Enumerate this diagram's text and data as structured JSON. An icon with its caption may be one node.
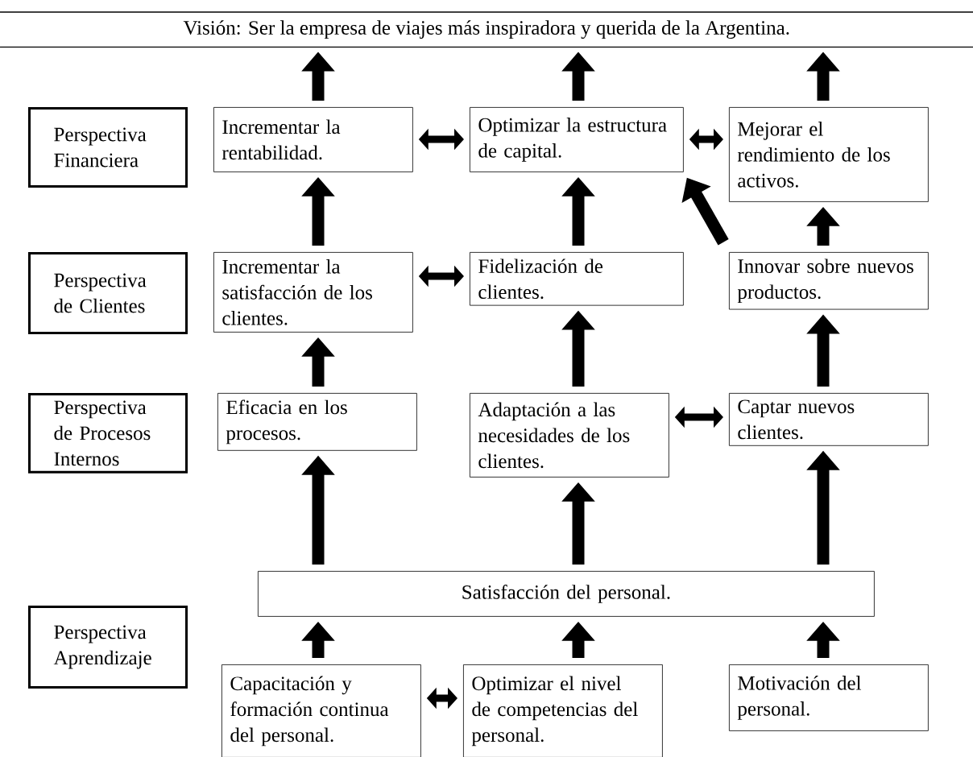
{
  "diagram": {
    "nodes": [
      {
        "text": [
          "Visión: Ser la empresa de viajes más inspiradora y querida de la Argentina."
        ]
      },
      {
        "text": [
          "Perspectiva Financiera"
        ]
      },
      {
        "text": [
          "Incrementar la rentabilidad."
        ]
      },
      {
        "text": [
          "Optimizar la estructura de capital."
        ]
      },
      {
        "text": [
          "Mejorar el rendimiento de los activos."
        ]
      },
      {
        "text": [
          "Perspectiva de Clientes"
        ]
      },
      {
        "text": [
          "Incrementar la satisfacción de los clientes."
        ]
      },
      {
        "text": [
          "Fidelización de clientes."
        ]
      },
      {
        "text": [
          "Innovar sobre nuevos productos."
        ]
      },
      {
        "text": [
          "Perspectiva de Procesos Internos"
        ]
      },
      {
        "text": [
          "Eficacia en los procesos."
        ]
      },
      {
        "text": [
          "Adaptación a las necesidades de los clientes."
        ]
      },
      {
        "text": [
          "Captar nuevos clientes."
        ]
      },
      {
        "text": [
          "Satisfacción del personal."
        ]
      },
      {
        "text": [
          "Perspectiva Aprendizaje"
        ]
      },
      {
        "text": [
          "Capacitación y formación continua del personal."
        ]
      },
      {
        "text": [
          "Optimizar el nivel de competencias del personal."
        ]
      },
      {
        "text": [
          "Motivación del personal."
        ]
      }
    ],
    "edges": [
      {
        "from": 2,
        "to": 0,
        "arrow": "to"
      },
      {
        "from": 3,
        "to": 0,
        "arrow": "to"
      },
      {
        "from": 4,
        "to": 0,
        "arrow": "to"
      },
      {
        "from": 2,
        "to": 3,
        "arrow": "both"
      },
      {
        "from": 3,
        "to": 4,
        "arrow": "both"
      },
      {
        "from": 6,
        "to": 2,
        "arrow": "to"
      },
      {
        "from": 7,
        "to": 3,
        "arrow": "to"
      },
      {
        "from": 8,
        "to": 3,
        "arrow": "to"
      },
      {
        "from": 8,
        "to": 4,
        "arrow": "to"
      },
      {
        "from": 6,
        "to": 7,
        "arrow": "both"
      },
      {
        "from": 10,
        "to": 6,
        "arrow": "to"
      },
      {
        "from": 11,
        "to": 7,
        "arrow": "to"
      },
      {
        "from": 12,
        "to": 8,
        "arrow": "to"
      },
      {
        "from": 11,
        "to": 12,
        "arrow": "both"
      },
      {
        "from": 13,
        "to": 10,
        "arrow": "to"
      },
      {
        "from": 13,
        "to": 11,
        "arrow": "to"
      },
      {
        "from": 13,
        "to": 12,
        "arrow": "to"
      },
      {
        "from": 15,
        "to": 13,
        "arrow": "to"
      },
      {
        "from": 16,
        "to": 13,
        "arrow": "to"
      },
      {
        "from": 17,
        "to": 13,
        "arrow": "to"
      },
      {
        "from": 15,
        "to": 16,
        "arrow": "both"
      }
    ]
  }
}
